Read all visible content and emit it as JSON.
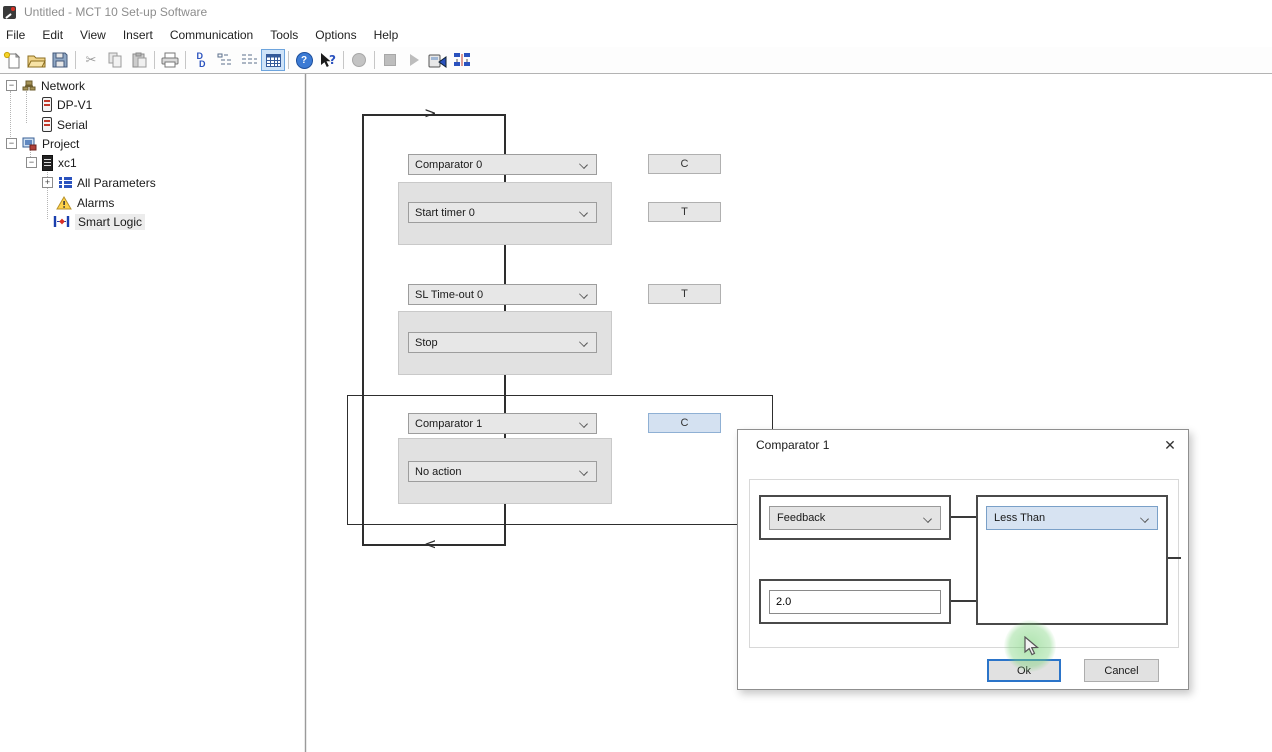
{
  "window": {
    "title": "Untitled - MCT 10 Set-up Software"
  },
  "menu": {
    "items": [
      "File",
      "Edit",
      "View",
      "Insert",
      "Communication",
      "Tools",
      "Options",
      "Help"
    ]
  },
  "tree": {
    "network_label": "Network",
    "dpv1_label": "DP-V1",
    "serial_label": "Serial",
    "project_label": "Project",
    "drive_label": "xc1",
    "all_parameters_label": "All Parameters",
    "alarms_label": "Alarms",
    "smart_logic_label": "Smart Logic",
    "collapse_glyph": "−",
    "expand_glyph": "+"
  },
  "diagram": {
    "arrow_right": ">",
    "arrow_left": "<",
    "dropdowns": [
      "Comparator 0",
      "Start timer 0",
      "SL Time-out 0",
      "Stop",
      "Comparator 1",
      "No action"
    ],
    "tags": [
      "C",
      "T",
      "T",
      "C"
    ]
  },
  "dialog": {
    "title": "Comparator 1",
    "close_glyph": "✕",
    "operand_value": "Feedback",
    "operator_value": "Less Than",
    "value_text": "2.0",
    "ok_label": "Ok",
    "cancel_label": "Cancel"
  }
}
